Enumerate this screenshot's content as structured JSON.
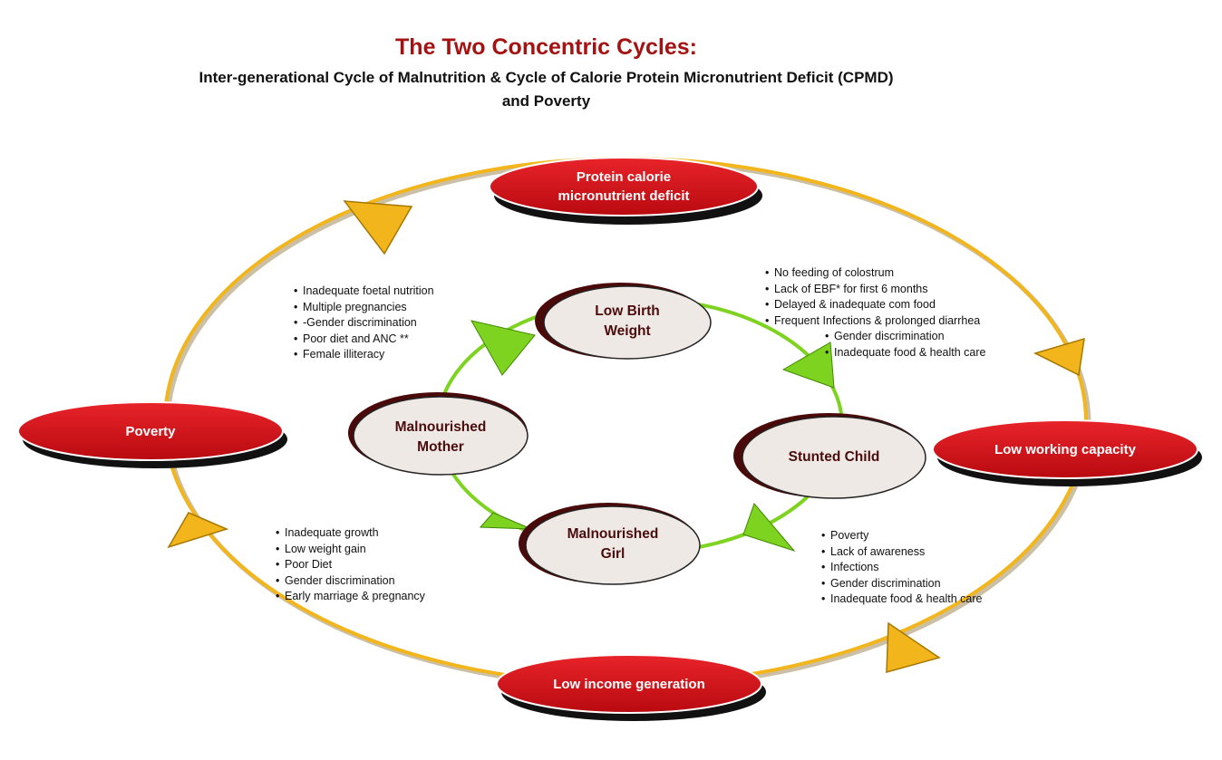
{
  "title": "The Two Concentric Cycles:",
  "subtitle_line1": "Inter-generational Cycle of Malnutrition & Cycle of Calorie Protein Micronutrient Deficit (CPMD)",
  "subtitle_line2": "and Poverty",
  "outer_cycle": {
    "top": "Protein calorie micronutrient deficit",
    "right": "Low working capacity",
    "bottom": "Low income generation",
    "left": "Poverty",
    "ring_color": "#f2b51c",
    "node_color": "#d4111a"
  },
  "inner_cycle": {
    "top": "Low Birth Weight",
    "right": "Stunted Child",
    "bottom": "Malnourished Girl",
    "left": "Malnourished Mother",
    "ring_color": "#7ed321",
    "node_color": "#efe9e6"
  },
  "notes": {
    "upper_left": [
      "Inadequate foetal nutrition",
      "Multiple pregnancies",
      "-Gender discrimination",
      "Poor diet and ANC **",
      "Female illiteracy"
    ],
    "upper_right": [
      "No feeding of colostrum",
      "Lack of EBF* for first  6 months",
      "Delayed & inadequate com food",
      "Frequent Infections & prolonged diarrhea"
    ],
    "upper_right_extra": [
      "Gender discrimination",
      "Inadequate food & health care"
    ],
    "lower_left": [
      "Inadequate growth",
      "Low weight gain",
      "Poor Diet",
      "Gender discrimination",
      "Early marriage & pregnancy"
    ],
    "lower_right": [
      "Poverty",
      "Lack of awareness",
      "Infections",
      "Gender discrimination",
      "Inadequate food &      health care"
    ]
  }
}
